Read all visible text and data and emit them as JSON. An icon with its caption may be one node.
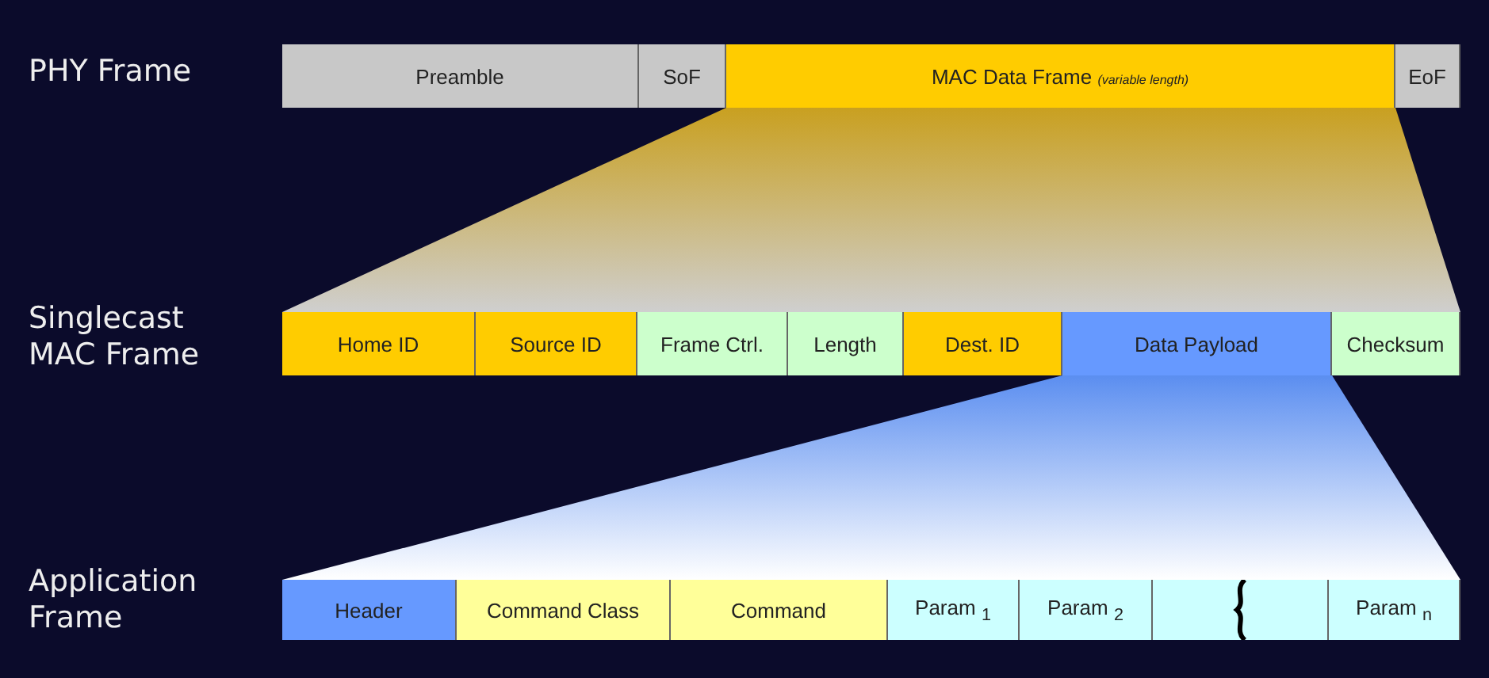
{
  "diagram": {
    "nodes": [
      {
        "text": [
          "Preamble"
        ]
      },
      {
        "text": [
          "SoF"
        ]
      },
      {
        "text": [
          "MAC Data Frame *(variable length)*"
        ]
      },
      {
        "text": [
          "EoF"
        ]
      },
      {
        "text": [
          "Home ID"
        ]
      },
      {
        "text": [
          "Source ID"
        ]
      },
      {
        "text": [
          "Frame Ctrl."
        ]
      },
      {
        "text": [
          "Length"
        ]
      },
      {
        "text": [
          "Dest. ID"
        ]
      },
      {
        "text": [
          "Data Payload"
        ]
      },
      {
        "text": [
          "Checksum"
        ]
      },
      {
        "text": [
          "Header"
        ]
      },
      {
        "text": [
          "Command Class"
        ]
      },
      {
        "text": [
          "Command"
        ]
      },
      {
        "text": [
          "Param $_{1}$"
        ]
      },
      {
        "text": [
          "Param $_{2}$"
        ]
      },
      {
        "text": [],
        "shape": "box"
      },
      {
        "text": [
          "Param $_{n}$"
        ]
      }
    ],
    "edges": [],
    "labels": [
      "PHY Frame",
      "Singlecast MAC Frame",
      "Application Frame"
    ]
  }
}
